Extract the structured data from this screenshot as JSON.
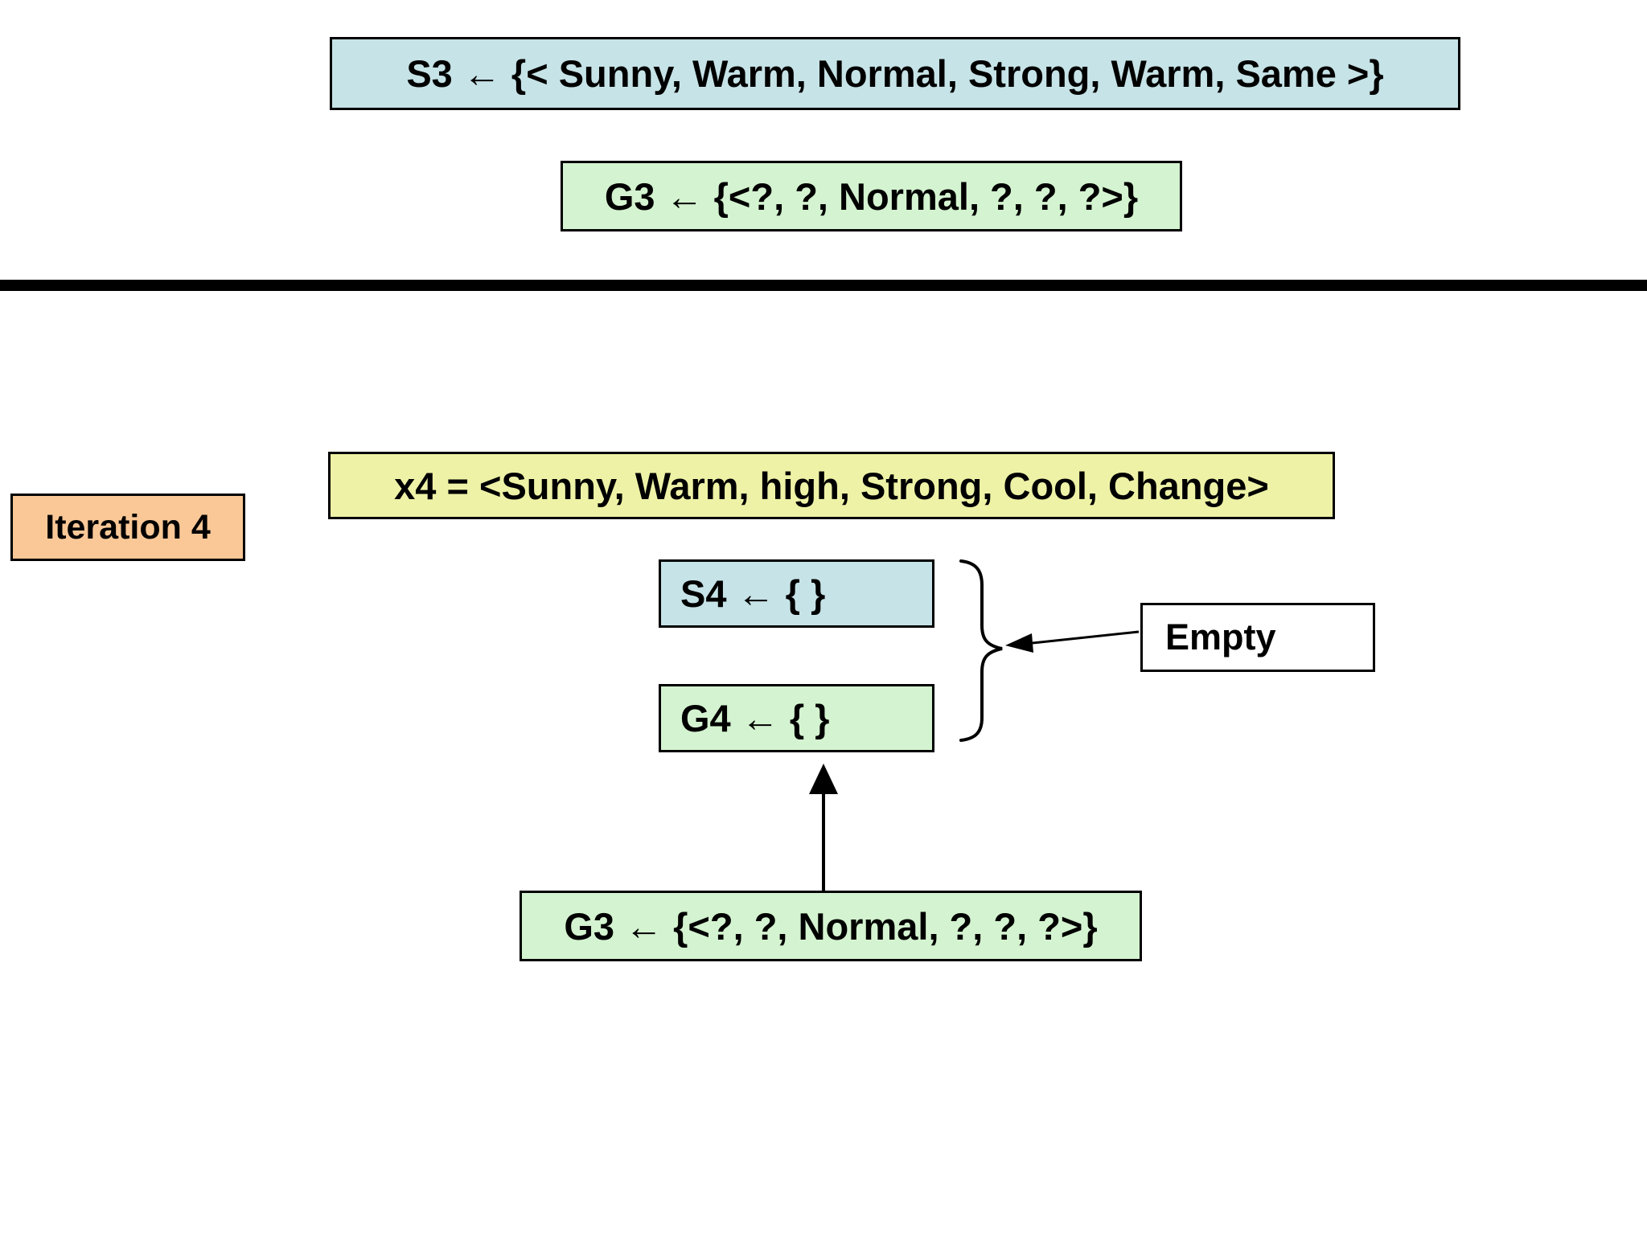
{
  "slide": {
    "top_section": {
      "s3_label": "S3 ← {< Sunny, Warm, Normal, Strong, Warm, Same >}",
      "g3_label": "G3 ← {<?, ?, Normal, ?, ?, ?>}"
    },
    "iteration_section": {
      "iteration_label": "Iteration 4",
      "x4_label": "x4 = <Sunny, Warm, high, Strong, Cool, Change>",
      "s4_label": "S4 ← { }",
      "g4_label": "G4 ← { }",
      "empty_label": "Empty",
      "g3_label": "G3 ← {<?, ?, Normal, ?, ?, ?>}"
    }
  },
  "icons": {
    "brace": "right-curly-brace",
    "empty_arrow": "left-arrow",
    "g3_to_g4_arrow": "up-arrow"
  },
  "colors": {
    "s_box_fill": "#c6e3e7",
    "g_box_fill": "#d4f3d0",
    "x4_box_fill": "#eef2a6",
    "iteration_box_fill": "#fac897",
    "empty_box_fill": "#ffffff",
    "border": "#000000",
    "separator": "#000000",
    "text": "#000000",
    "background": "#ffffff"
  }
}
